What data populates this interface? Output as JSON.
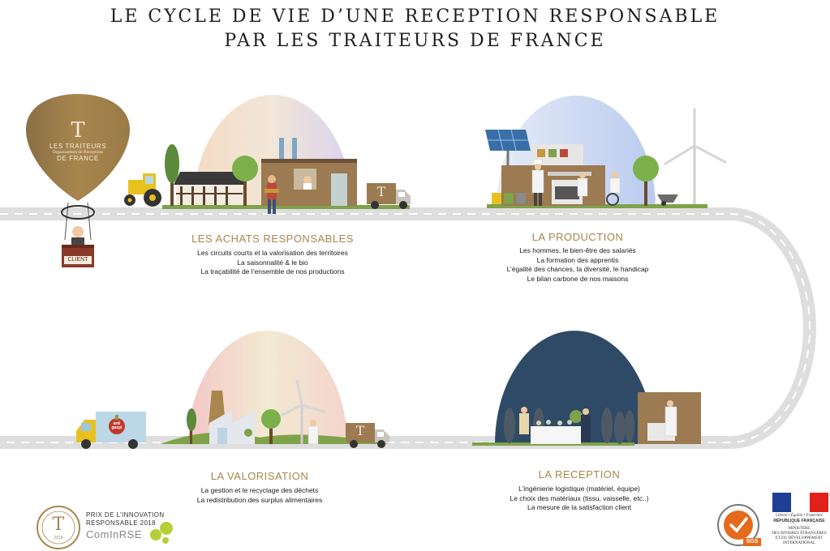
{
  "title": {
    "line1": "LE CYCLE DE VIE D’UNE RECEPTION RESPONSABLE",
    "line2": "PAR LES TRAITEURS DE FRANCE"
  },
  "balloon": {
    "logo_letter": "T",
    "line1": "LES TRAITEURS",
    "line2": "Organisateurs de Réceptions",
    "line3": "DE FRANCE",
    "basket_label": "CLIENT"
  },
  "truck_letter": "T",
  "stages": [
    {
      "id": "achats",
      "title": "LES ACHATS RESPONSABLES",
      "items": [
        "Les circuits courts et la valorisation des territoires",
        "La saisonnalité & le bio",
        "La traçabilité de l’ensemble de nos productions"
      ]
    },
    {
      "id": "production",
      "title": "LA PRODUCTION",
      "items": [
        "Les hommes, le bien-être des salariés",
        "La formation des apprentis",
        "L’égalité des chances, la diversité, le handicap",
        "Le bilan carbone de nos maisons"
      ]
    },
    {
      "id": "valorisation",
      "title": "LA VALORISATION",
      "items": [
        "La gestion et le recyclage des déchets",
        "La redistribution des surplus alimentaires"
      ]
    },
    {
      "id": "reception",
      "title": "LA RECEPTION",
      "items": [
        "L’ingénierie logistique (matériel, équipe)",
        "Le choix des matériaux (tissu, vaisselle, etc..)",
        "La mesure de la satisfaction client"
      ]
    }
  ],
  "anti_gaspi_label": "anti gaspi",
  "footer": {
    "prize_line1": "PRIX DE L’INNOVATION",
    "prize_line2": "RESPONSABLE 2018",
    "cominrse": "ComInRSE",
    "seal_letter": "T",
    "seal_year": "2018",
    "sgs_label": "SGS",
    "rf_line1": "Liberté • Égalité • Fraternité",
    "rf_line2": "RÉPUBLIQUE FRANÇAISE",
    "ministry_line1": "MINISTÈRE",
    "ministry_line2": "DES AFFAIRES ÉTRANGÈRES",
    "ministry_line3": "ET DU DÉVELOPPEMENT",
    "ministry_line4": "INTERNATIONAL"
  },
  "colors": {
    "gold": "#a8864e",
    "road": "#dedede",
    "navy_dome": "#2f4a66"
  }
}
